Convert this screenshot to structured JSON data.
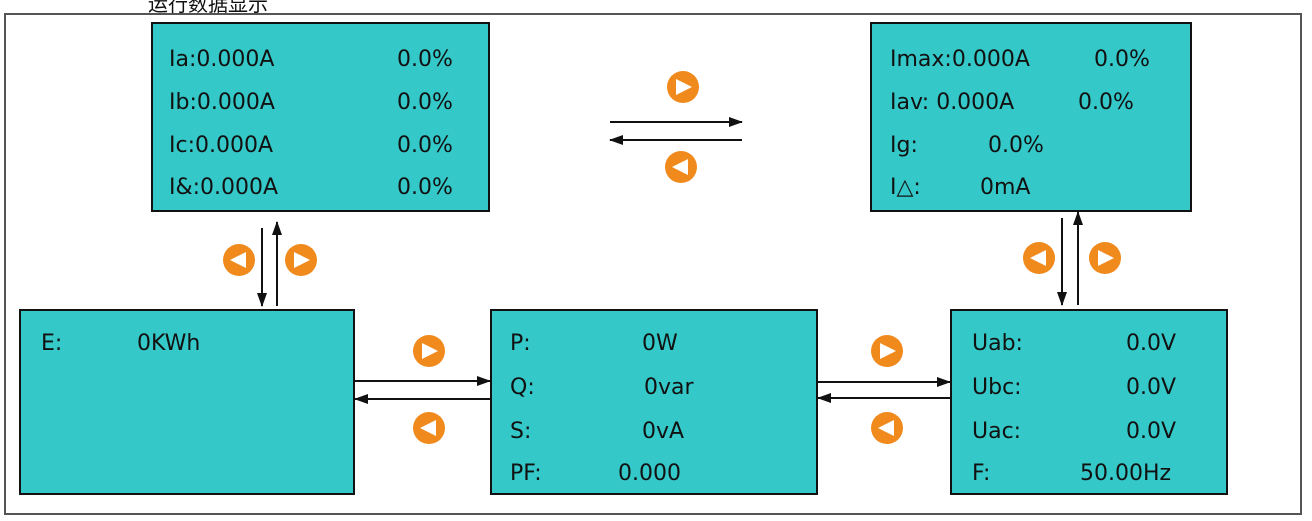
{
  "title": "运行数据显示",
  "colors": {
    "lcd": "#35c8c8",
    "button": "#f08a1c"
  },
  "icons": {
    "next": "right-triangle-icon",
    "previous": "left-triangle-icon"
  },
  "screens": {
    "current": {
      "rows": [
        {
          "label": "Ia:0.000A",
          "value": "0.0%"
        },
        {
          "label": "Ib:0.000A",
          "value": "0.0%"
        },
        {
          "label": "Ic:0.000A",
          "value": "0.0%"
        },
        {
          "label": "I&:0.000A",
          "value": "0.0%"
        }
      ]
    },
    "current_stats": {
      "rows": [
        {
          "label": "Imax:0.000A",
          "value": "0.0%"
        },
        {
          "label": "Iav: 0.000A",
          "value": "0.0%"
        },
        {
          "label": "Ig:",
          "value": "0.0%"
        },
        {
          "label": "I△:",
          "value": "0mA"
        }
      ]
    },
    "energy": {
      "rows": [
        {
          "label": "E:",
          "value": "0KWh"
        }
      ]
    },
    "power": {
      "rows": [
        {
          "label": "P:",
          "value": "0W"
        },
        {
          "label": "Q:",
          "value": "0var"
        },
        {
          "label": "S:",
          "value": "0vA"
        },
        {
          "label": "PF:",
          "value": "0.000"
        }
      ]
    },
    "voltage": {
      "rows": [
        {
          "label": "Uab:",
          "value": "0.0V"
        },
        {
          "label": "Ubc:",
          "value": "0.0V"
        },
        {
          "label": "Uac:",
          "value": "0.0V"
        },
        {
          "label": "F:",
          "value": "50.00Hz"
        }
      ]
    }
  }
}
